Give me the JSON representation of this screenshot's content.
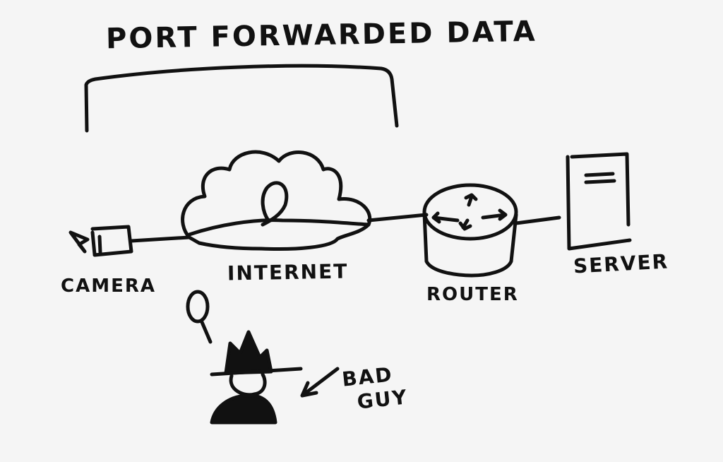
{
  "diagram": {
    "title": "PORT FORWARDED DATA",
    "nodes": {
      "camera": "CAMERA",
      "internet": "INTERNET",
      "router": "ROUTER",
      "server": "SERVER"
    },
    "attacker": {
      "line1": "BAD",
      "line2": "GUY"
    },
    "colors": {
      "ink": "#111111",
      "background": "#f5f5f5"
    },
    "icons": [
      "camera-icon",
      "cloud-icon",
      "router-icon",
      "server-icon",
      "magnifying-glass-icon",
      "hat-icon",
      "arrow-icon"
    ]
  }
}
